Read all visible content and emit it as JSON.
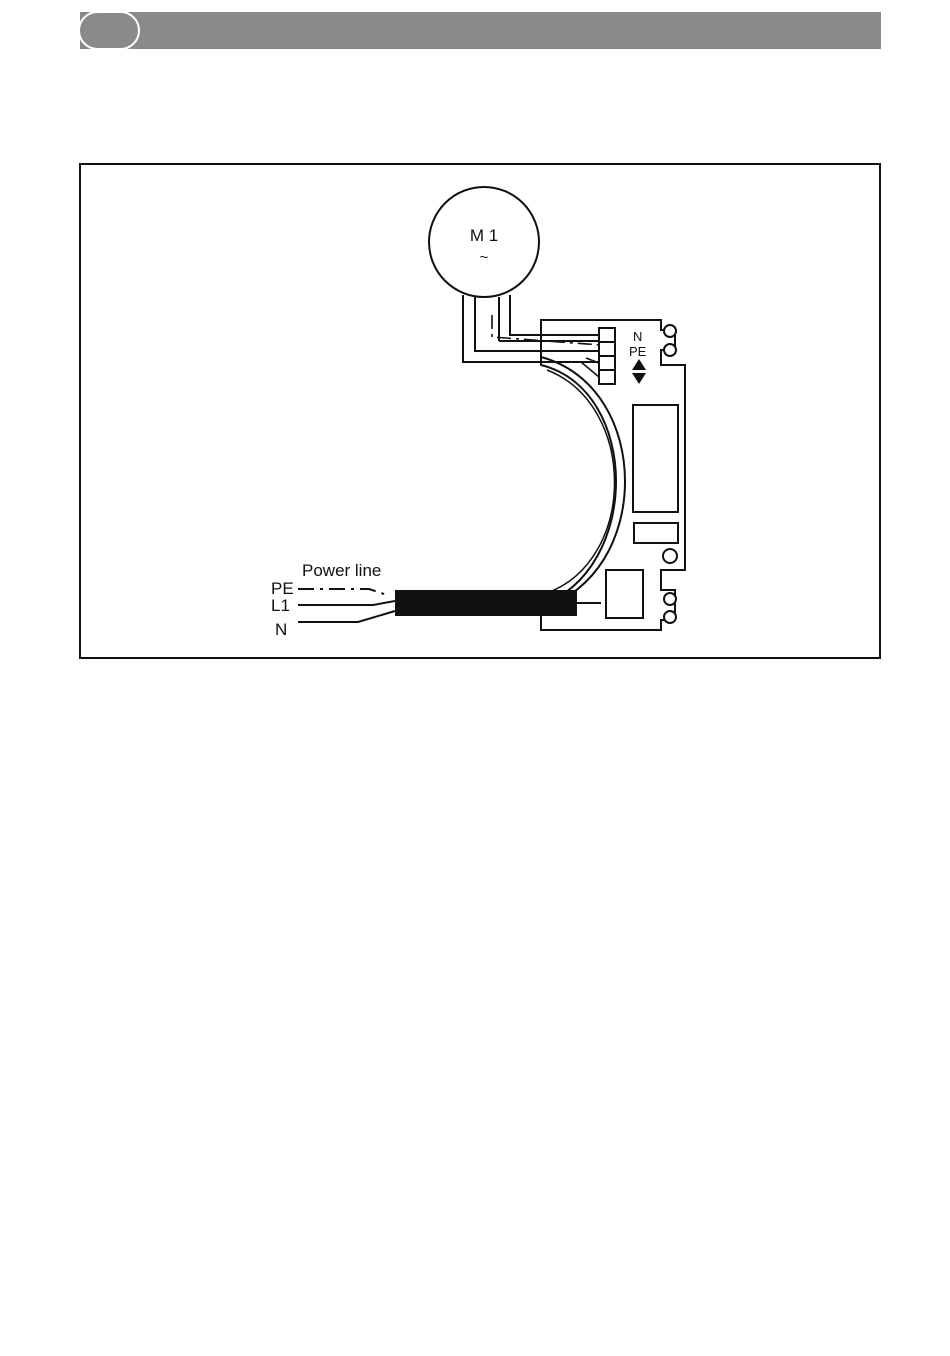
{
  "diagram": {
    "motor_label": "M 1",
    "motor_symbol": "~",
    "terminal_n": "N",
    "terminal_pe": "PE",
    "power_line_label": "Power line",
    "line_pe": "PE",
    "line_l1": "L1",
    "line_n": "N"
  },
  "colors": {
    "header": "#8a8a8a",
    "ink": "#111111"
  }
}
